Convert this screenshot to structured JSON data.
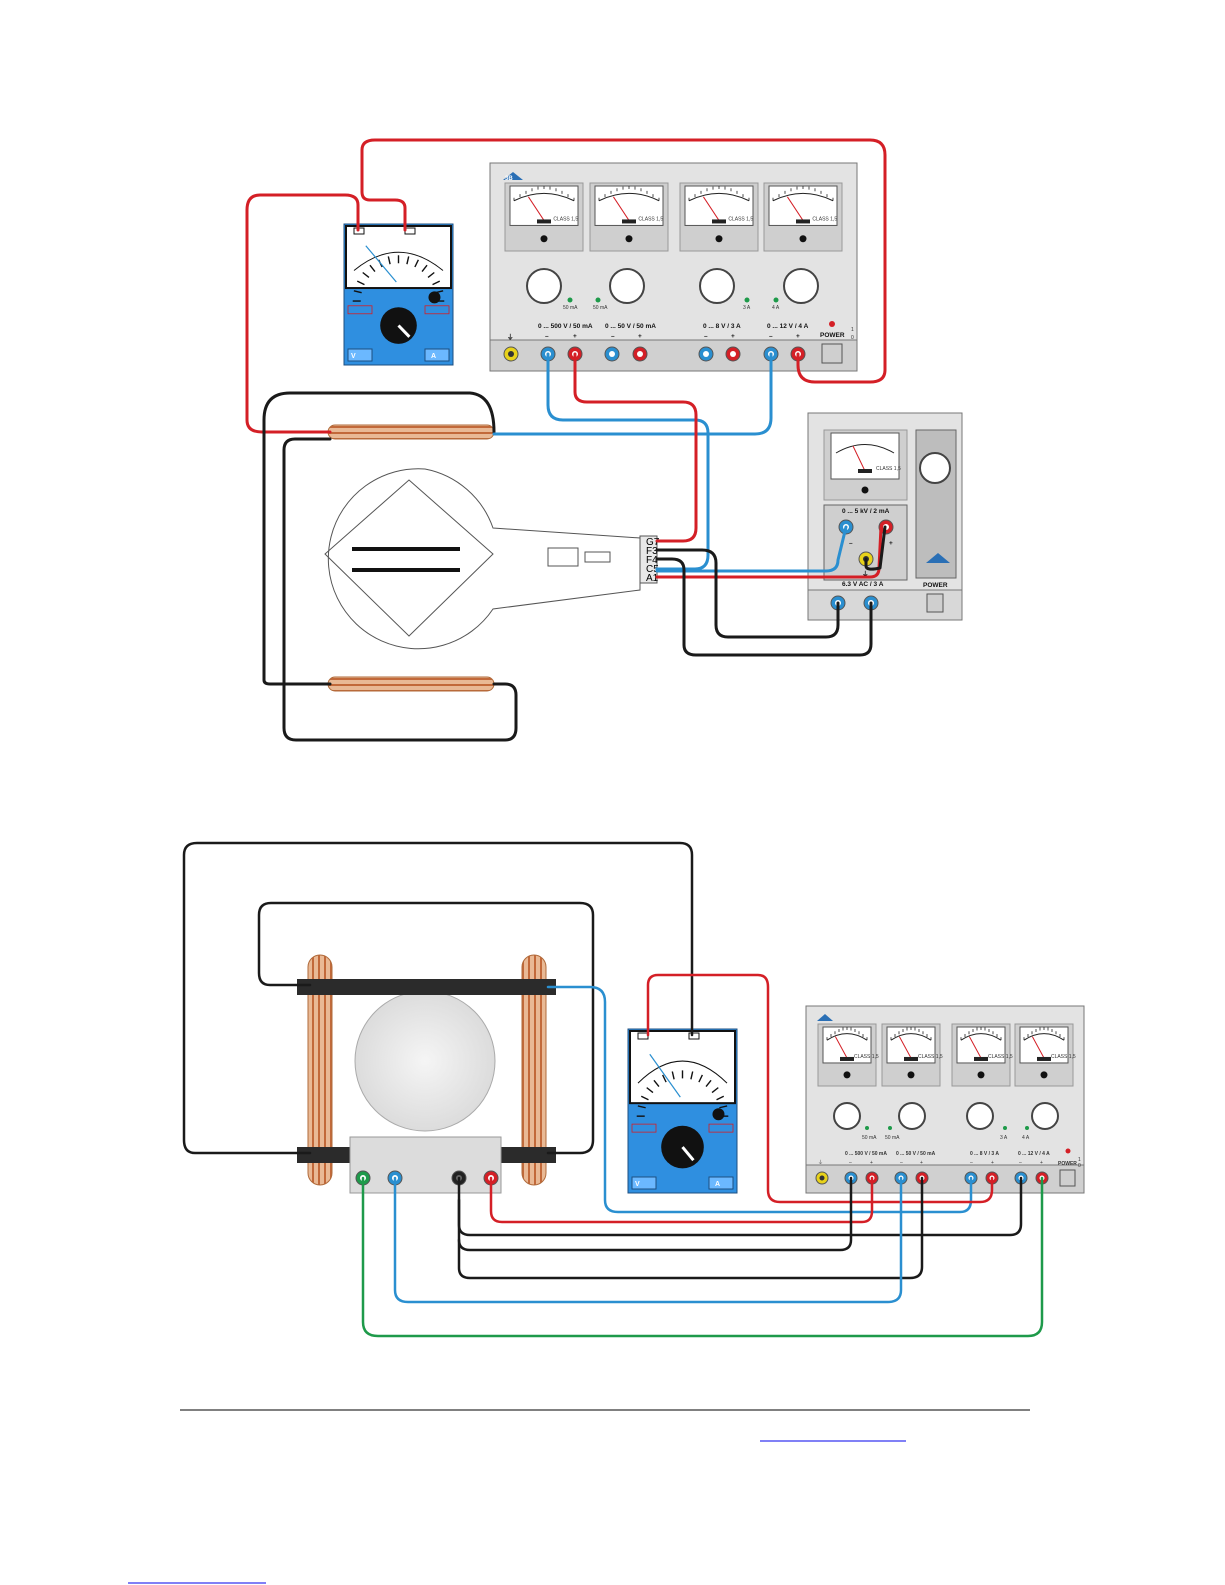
{
  "top_diagram": {
    "supply_main": {
      "ranges": [
        "0 ... 500 V / 50 mA",
        "0 ... 50 V / 50 mA",
        "0 ... 8 V / 3 A",
        "0 ... 12 V / 4 A"
      ],
      "indicators": [
        "50 mA",
        "50 mA",
        "3 A",
        "4 A"
      ],
      "polarity": {
        "minus": "–",
        "plus": "+"
      },
      "power_label": "POWER",
      "switch_on": "1",
      "switch_off": "0"
    },
    "supply_small": {
      "range": "0 ... 5 kV / 2 mA",
      "ac_label": "6.3 V AC / 3 A",
      "power_label": "POWER",
      "minus": "–",
      "plus": "+"
    },
    "meter_scale": "CLASS 1,5",
    "tube_pins": [
      "G7",
      "F3",
      "F4",
      "C5",
      "A1"
    ]
  },
  "bottom_diagram": {
    "supply_main": {
      "ranges": [
        "0 ... 500 V / 50 mA",
        "0 ... 50 V / 50 mA",
        "0 ... 8 V / 3 A",
        "0 ... 12 V / 4 A"
      ],
      "indicators": [
        "50 mA",
        "50 mA",
        "3 A",
        "4 A"
      ],
      "polarity": {
        "minus": "–",
        "plus": "+"
      },
      "power_label": "POWER",
      "switch_on": "1",
      "switch_off": "0"
    },
    "meter_scale": "CLASS 1,5"
  },
  "multimeter": {
    "left_labels": [
      "V",
      "V"
    ],
    "right_labels": [
      "A",
      "A"
    ],
    "bottom_left": "V",
    "bottom_right": "A"
  },
  "colors": {
    "red_wire": "#d41f26",
    "blue_wire": "#2a8fd0",
    "black_wire": "#1a1a1a",
    "green_wire": "#1e9a4a",
    "meter_blue": "#2f8fe0",
    "panel_gray": "#dcdcdc"
  }
}
